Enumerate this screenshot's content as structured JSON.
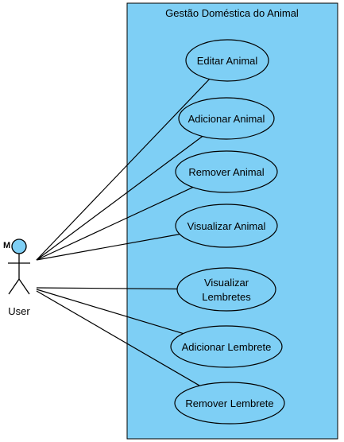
{
  "system": {
    "title": "Gestão Doméstica do Animal"
  },
  "actor": {
    "name": "User",
    "mark": "M"
  },
  "use_cases": [
    {
      "lines": [
        "Editar Animal"
      ]
    },
    {
      "lines": [
        "Adicionar Animal"
      ]
    },
    {
      "lines": [
        "Remover Animal"
      ]
    },
    {
      "lines": [
        "Visualizar Animal"
      ]
    },
    {
      "lines": [
        "Visualizar",
        "Lembretes"
      ]
    },
    {
      "lines": [
        "Adicionar Lembrete"
      ]
    },
    {
      "lines": [
        "Remover Lembrete"
      ]
    }
  ],
  "colors": {
    "boundary_fill": "#7ecff5",
    "usecase_fill": "#7ecff5",
    "actor_head": "#7ecff5",
    "stroke": "#000000"
  }
}
